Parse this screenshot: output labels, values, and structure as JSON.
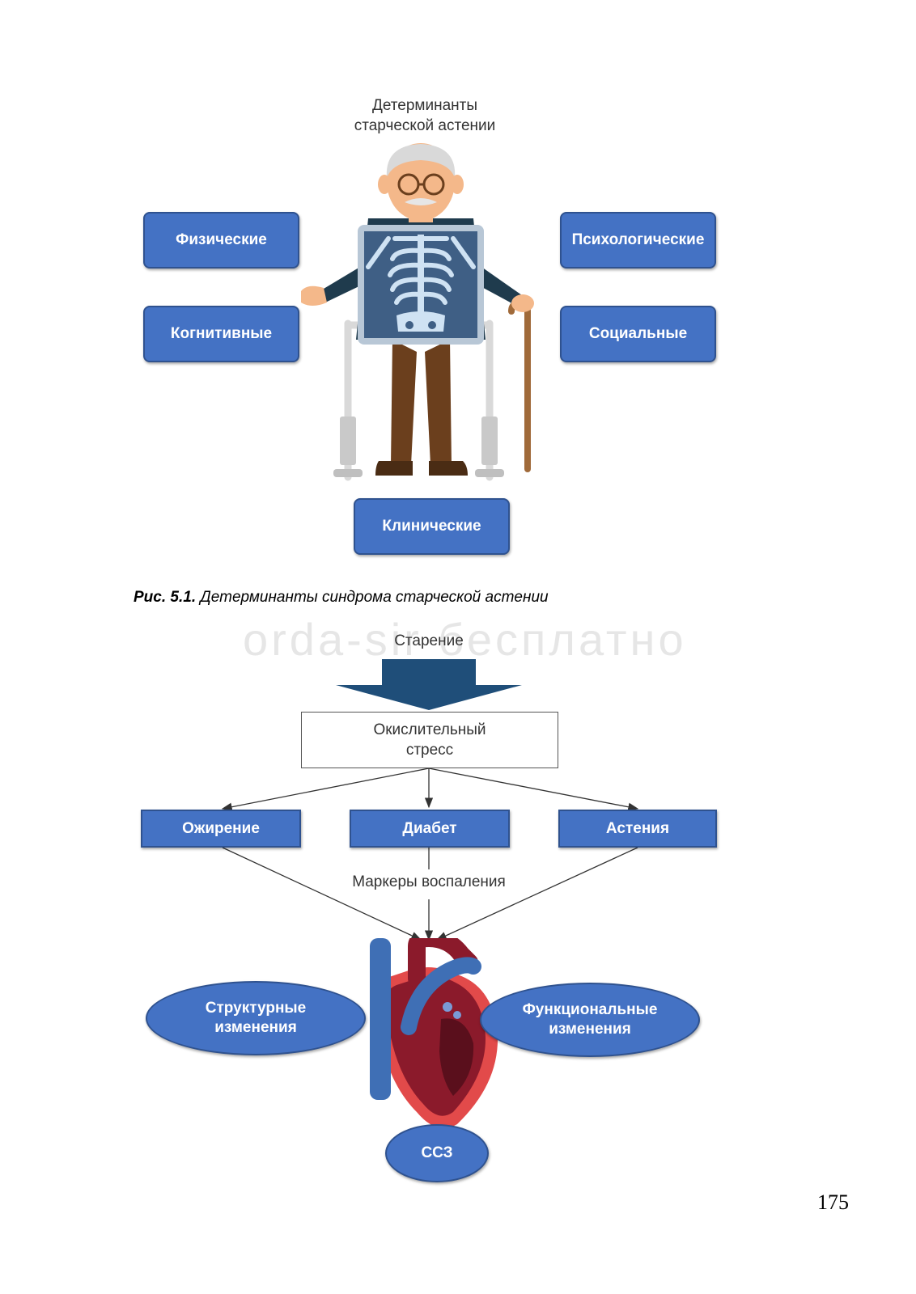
{
  "figure1": {
    "title_line1": "Детерминанты",
    "title_line2": "старческой астении",
    "boxes": {
      "physical": "Физические",
      "cognitive": "Когнитивные",
      "psychological": "Психологические",
      "social": "Социальные",
      "clinical": "Клинические"
    }
  },
  "caption": {
    "label": "Рис. 5.1.",
    "text": "Детерминанты синдрома старческой астении"
  },
  "watermark": "orda-sir бесплатно",
  "figure2": {
    "top_label": "Старение",
    "stress_line1": "Окислительный",
    "stress_line2": "стресс",
    "boxes": {
      "obesity": "Ожирение",
      "diabetes": "Диабет",
      "frailty": "Астения"
    },
    "markers": "Маркеры воспаления",
    "structural_line1": "Структурные",
    "structural_line2": "изменения",
    "functional_line1": "Функциональные",
    "functional_line2": "изменения",
    "cvd": "ССЗ"
  },
  "page_number": "175",
  "colors": {
    "box_fill": "#4472c4",
    "box_border": "#2f528f",
    "arrow_fill": "#1f4e79"
  }
}
